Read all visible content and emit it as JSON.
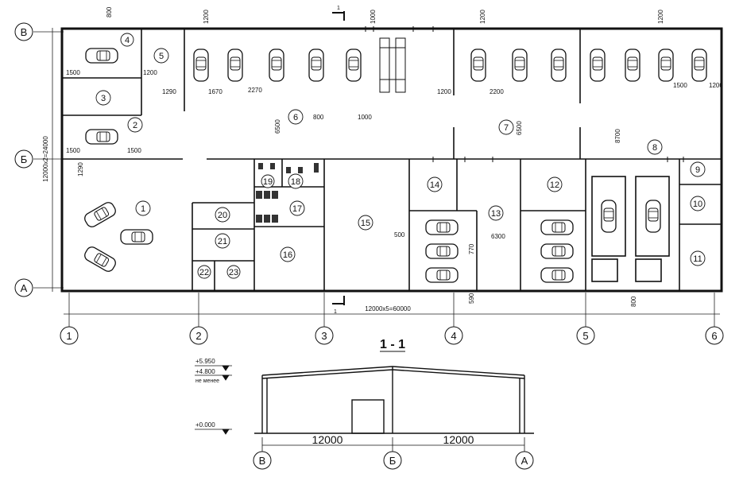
{
  "plan": {
    "axis_rows": [
      "В",
      "Б",
      "А"
    ],
    "axis_cols": [
      "1",
      "2",
      "3",
      "4",
      "5",
      "6"
    ],
    "overall_length": "12000x5=60000",
    "overall_width": "12000x2=24000",
    "section_mark": "1",
    "rooms": [
      "1",
      "2",
      "3",
      "4",
      "5",
      "6",
      "7",
      "8",
      "9",
      "10",
      "11",
      "12",
      "13",
      "14",
      "15",
      "16",
      "17",
      "18",
      "19",
      "20",
      "21",
      "22",
      "23"
    ],
    "dims": {
      "d800_top": "800",
      "d1200_a": "1200",
      "d1000_top": "1000",
      "d1200_b": "1200",
      "d1200_c": "1200",
      "d1500_a": "1500",
      "d1200_d": "1200",
      "d1290_a": "1290",
      "d1670": "1670",
      "d2270": "2270",
      "d6500_a": "6500",
      "d800_b": "800",
      "d1000_b": "1000",
      "d1200_e": "1200",
      "d2200": "2200",
      "d6500_b": "6500",
      "d8700": "8700",
      "d1500_b": "1500",
      "d1200_f": "1200",
      "d1500_c": "1500",
      "d1500_d": "1500",
      "d1290_b": "1290",
      "d500": "500",
      "d6300": "6300",
      "d770": "770",
      "d590": "590",
      "d800_c": "800"
    }
  },
  "section": {
    "title": "1 - 1",
    "level_top": "+5.950",
    "level_mid": "+4.800",
    "level_note": "не менее",
    "level_zero": "+0.000",
    "span_left": "12000",
    "span_right": "12000",
    "axes": [
      "В",
      "Б",
      "А"
    ]
  }
}
